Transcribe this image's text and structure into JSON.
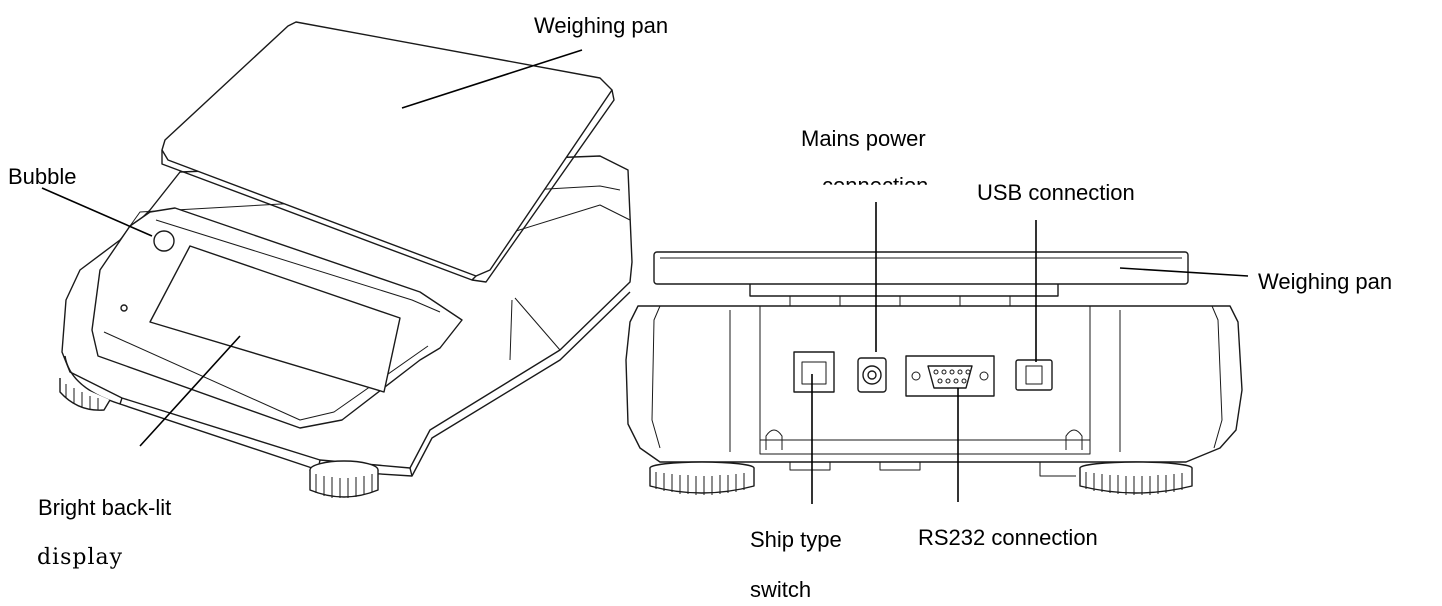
{
  "labels": {
    "weighing_pan_top": "Weighing pan",
    "bubble": "Bubble",
    "display_line1": "Bright back-lit",
    "display_line2": "display",
    "mains_power_line1": "Mains power",
    "mains_power_line2": "connection",
    "usb_connection": "USB  connection",
    "weighing_pan_right": "Weighing pan",
    "ship_type_line1": "Ship type",
    "ship_type_line2": "switch",
    "rs232_connection": "RS232 connection"
  },
  "colors": {
    "line": "#000000",
    "outline": "#1a1a1a",
    "background": "#ffffff"
  }
}
